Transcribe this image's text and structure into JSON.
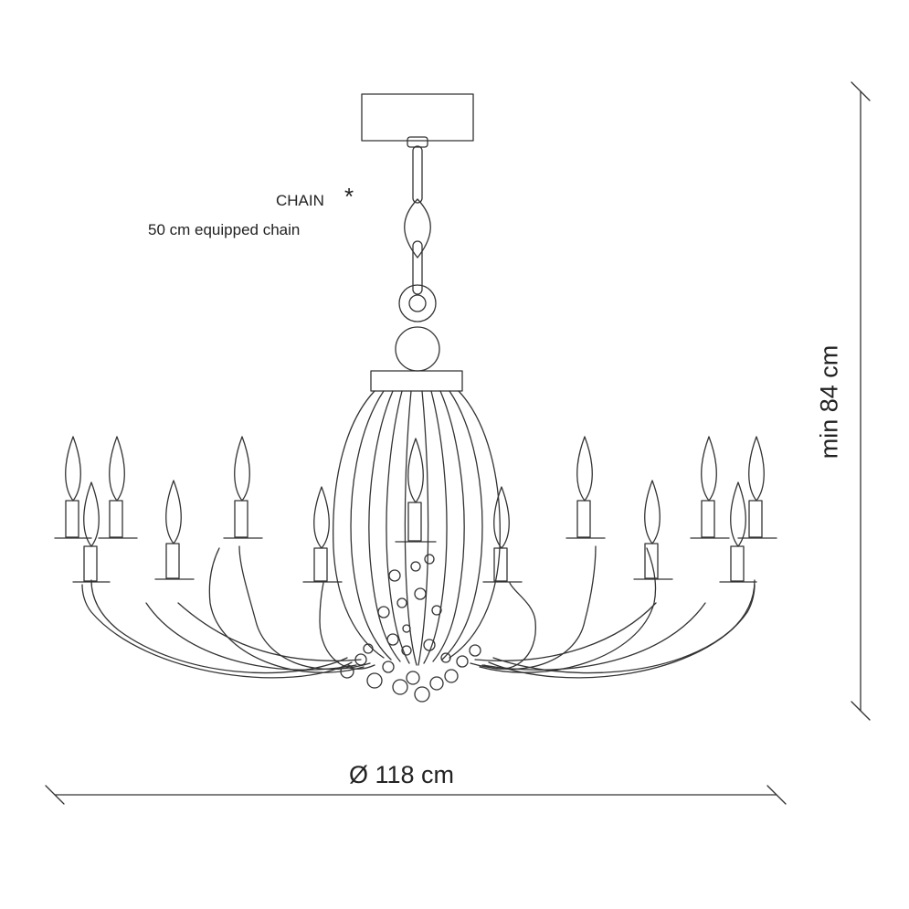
{
  "chain": {
    "title": "CHAIN",
    "asterisk": "*",
    "description": "50 cm equipped chain"
  },
  "dimensions": {
    "diameter": "Ø 118 cm",
    "height": "min 84 cm"
  },
  "colors": {
    "line": "#333333"
  }
}
